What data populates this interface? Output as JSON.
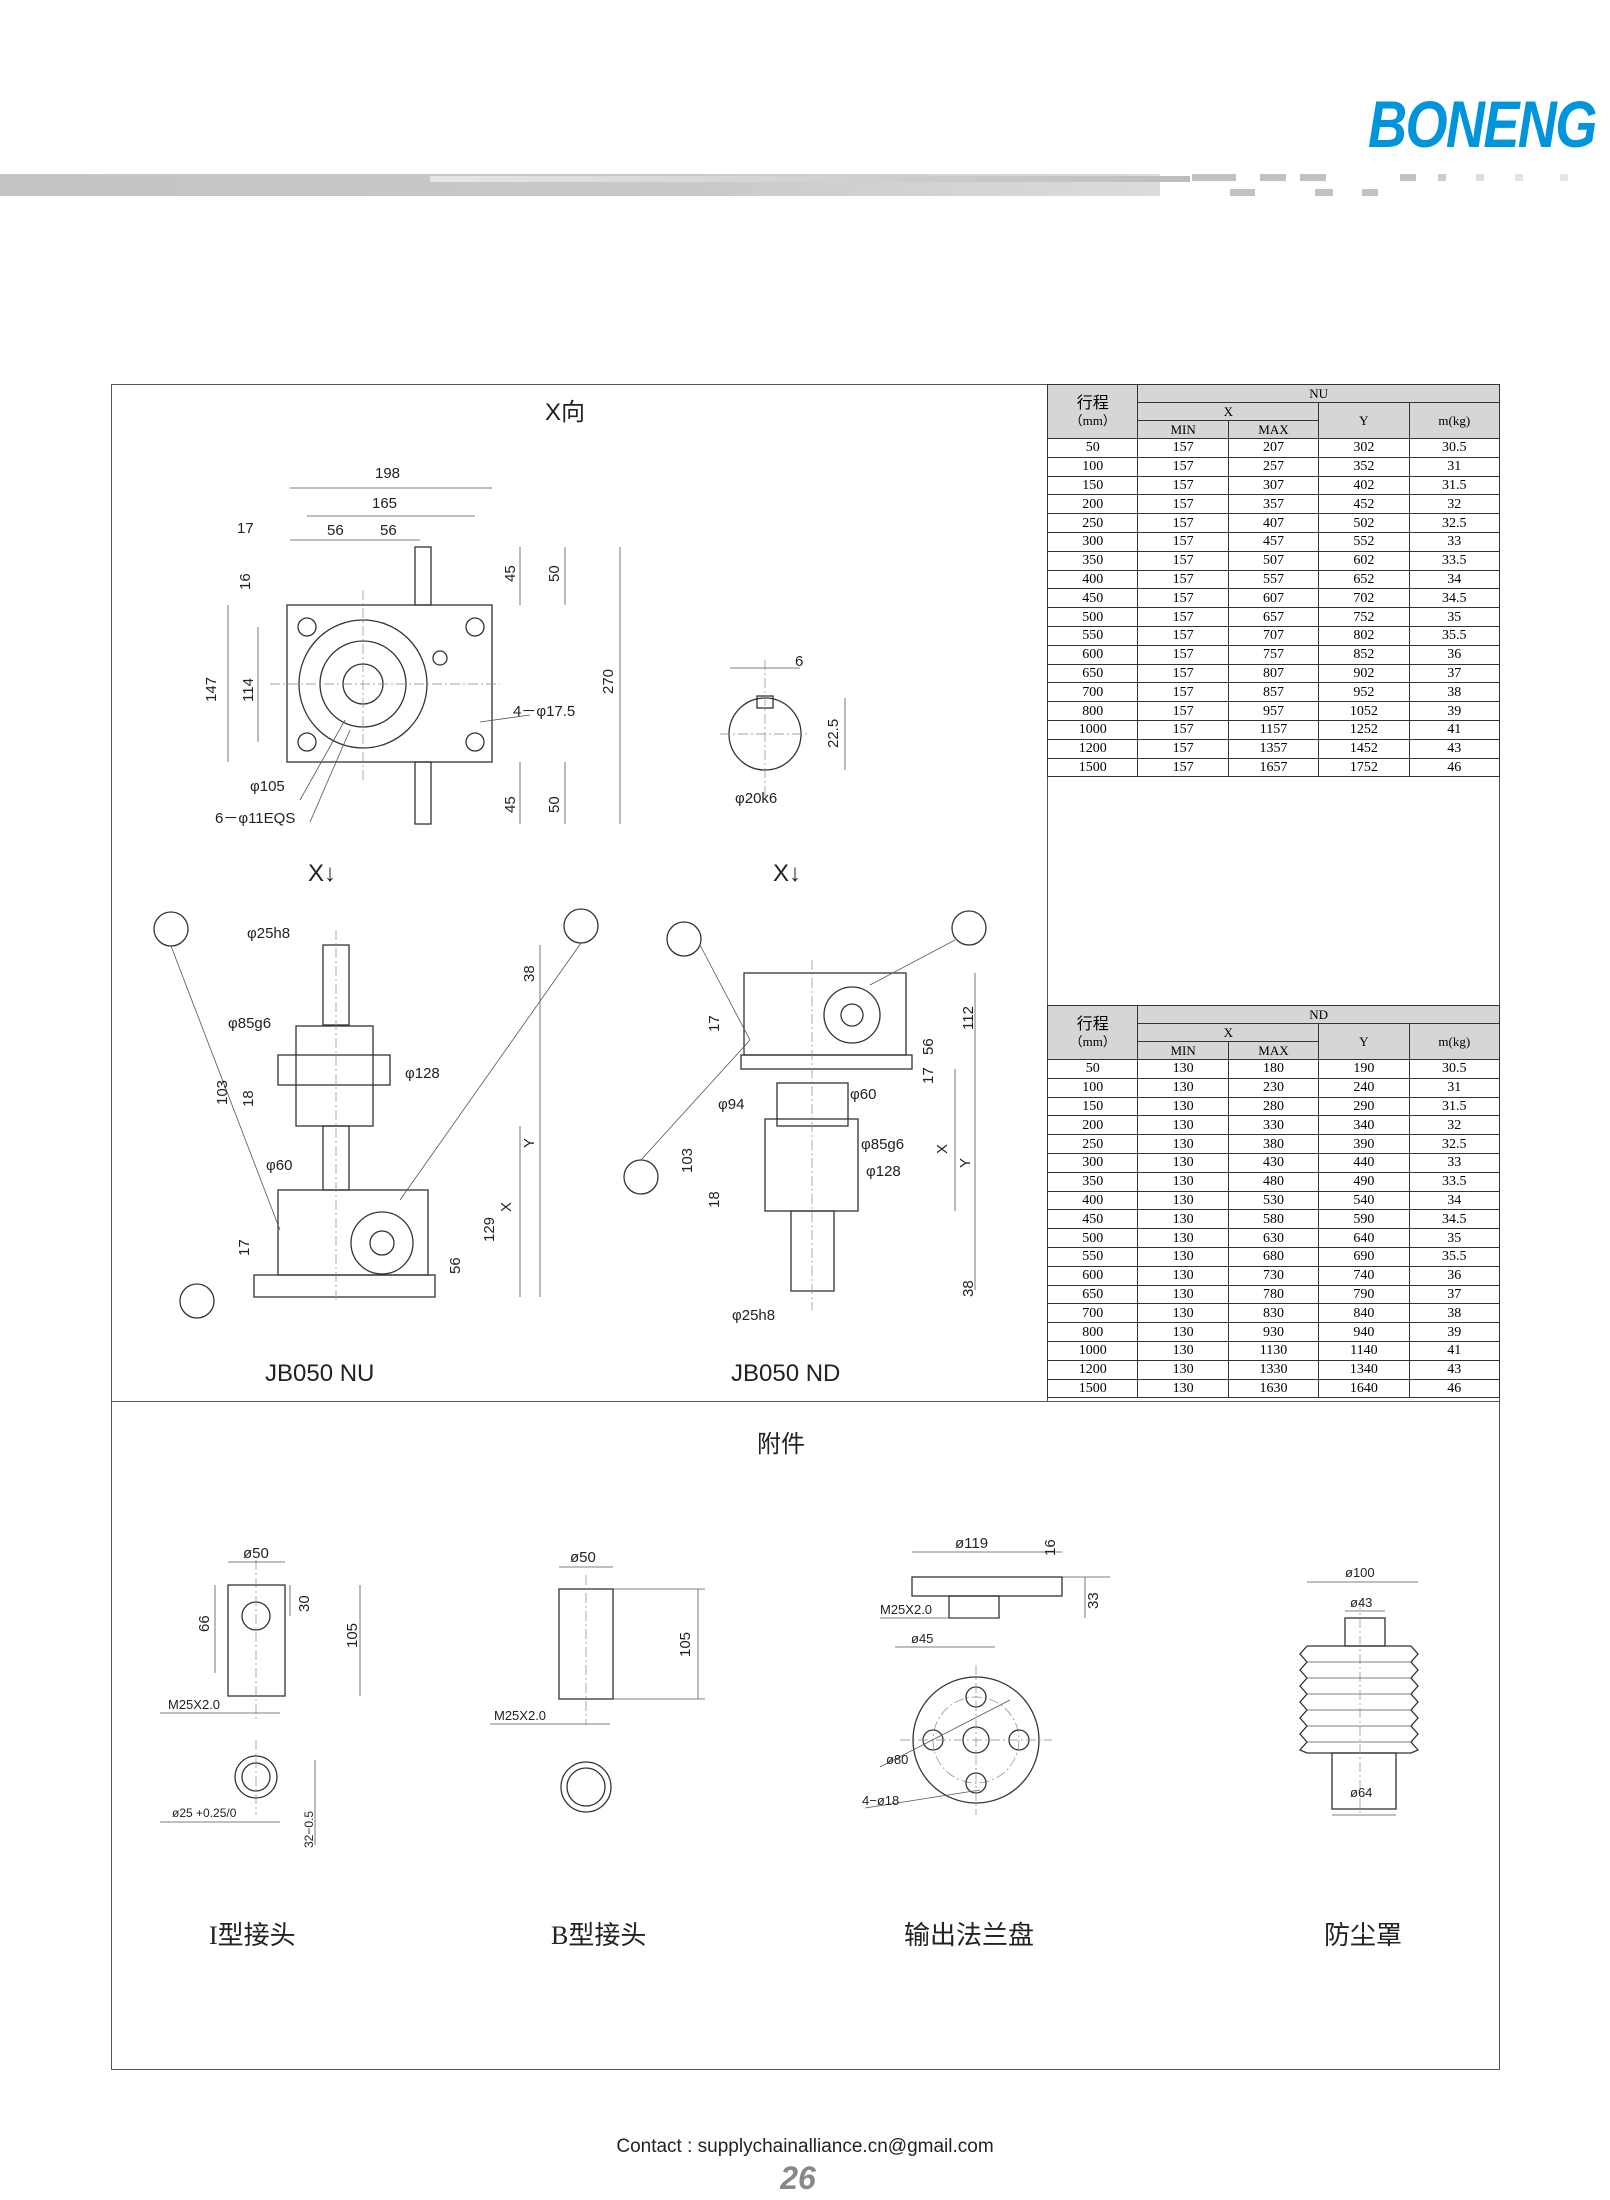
{
  "header": {
    "brand": "BONENG",
    "brand_color": "#0095DA"
  },
  "top_view": {
    "title": "X向",
    "dims": {
      "d198": "198",
      "d165": "165",
      "d17": "17",
      "d56a": "56",
      "d56b": "56",
      "d16": "16",
      "d147": "147",
      "d114": "114",
      "d45a": "45",
      "d50a": "50",
      "d270": "270",
      "holes": "4－φ17.5",
      "d105": "φ105",
      "eqs": "6－φ11EQS",
      "d45b": "45",
      "d50b": "50"
    },
    "shaft": {
      "key": "6",
      "h": "22.5",
      "dia": "φ20k6"
    }
  },
  "view_labels": {
    "nu": "X↓",
    "nd": "X↓"
  },
  "nu_drawing": {
    "title": "JB050  NU",
    "dims": {
      "rod": "φ25h8",
      "d38": "38",
      "d85": "φ85g6",
      "d128": "φ128",
      "d103": "103",
      "d18": "18",
      "y": "Y",
      "d60": "φ60",
      "x": "X",
      "d129": "129",
      "d17": "17",
      "d56": "56"
    }
  },
  "nd_drawing": {
    "title": "JB050  ND",
    "dims": {
      "d17": "17",
      "d112": "112",
      "d56": "56",
      "d17b": "17",
      "d94": "φ94",
      "d60": "φ60",
      "d85": "φ85g6",
      "d103": "103",
      "x": "X",
      "y": "Y",
      "d128": "φ128",
      "d18": "18",
      "d38": "38",
      "rod": "φ25h8"
    }
  },
  "tables": [
    {
      "group": "NU",
      "stroke_label": "行程",
      "unit": "（mm）",
      "x_label": "X",
      "min": "MIN",
      "max": "MAX",
      "y": "Y",
      "mass": "m(kg)",
      "rows": [
        [
          "50",
          "157",
          "207",
          "302",
          "30.5"
        ],
        [
          "100",
          "157",
          "257",
          "352",
          "31"
        ],
        [
          "150",
          "157",
          "307",
          "402",
          "31.5"
        ],
        [
          "200",
          "157",
          "357",
          "452",
          "32"
        ],
        [
          "250",
          "157",
          "407",
          "502",
          "32.5"
        ],
        [
          "300",
          "157",
          "457",
          "552",
          "33"
        ],
        [
          "350",
          "157",
          "507",
          "602",
          "33.5"
        ],
        [
          "400",
          "157",
          "557",
          "652",
          "34"
        ],
        [
          "450",
          "157",
          "607",
          "702",
          "34.5"
        ],
        [
          "500",
          "157",
          "657",
          "752",
          "35"
        ],
        [
          "550",
          "157",
          "707",
          "802",
          "35.5"
        ],
        [
          "600",
          "157",
          "757",
          "852",
          "36"
        ],
        [
          "650",
          "157",
          "807",
          "902",
          "37"
        ],
        [
          "700",
          "157",
          "857",
          "952",
          "38"
        ],
        [
          "800",
          "157",
          "957",
          "1052",
          "39"
        ],
        [
          "1000",
          "157",
          "1157",
          "1252",
          "41"
        ],
        [
          "1200",
          "157",
          "1357",
          "1452",
          "43"
        ],
        [
          "1500",
          "157",
          "1657",
          "1752",
          "46"
        ]
      ]
    },
    {
      "group": "ND",
      "stroke_label": "行程",
      "unit": "（mm）",
      "x_label": "X",
      "min": "MIN",
      "max": "MAX",
      "y": "Y",
      "mass": "m(kg)",
      "rows": [
        [
          "50",
          "130",
          "180",
          "190",
          "30.5"
        ],
        [
          "100",
          "130",
          "230",
          "240",
          "31"
        ],
        [
          "150",
          "130",
          "280",
          "290",
          "31.5"
        ],
        [
          "200",
          "130",
          "330",
          "340",
          "32"
        ],
        [
          "250",
          "130",
          "380",
          "390",
          "32.5"
        ],
        [
          "300",
          "130",
          "430",
          "440",
          "33"
        ],
        [
          "350",
          "130",
          "480",
          "490",
          "33.5"
        ],
        [
          "400",
          "130",
          "530",
          "540",
          "34"
        ],
        [
          "450",
          "130",
          "580",
          "590",
          "34.5"
        ],
        [
          "500",
          "130",
          "630",
          "640",
          "35"
        ],
        [
          "550",
          "130",
          "680",
          "690",
          "35.5"
        ],
        [
          "600",
          "130",
          "730",
          "740",
          "36"
        ],
        [
          "650",
          "130",
          "780",
          "790",
          "37"
        ],
        [
          "700",
          "130",
          "830",
          "840",
          "38"
        ],
        [
          "800",
          "130",
          "930",
          "940",
          "39"
        ],
        [
          "1000",
          "130",
          "1130",
          "1140",
          "41"
        ],
        [
          "1200",
          "130",
          "1330",
          "1340",
          "43"
        ],
        [
          "1500",
          "130",
          "1630",
          "1640",
          "46"
        ]
      ]
    }
  ],
  "accessories": {
    "title": "附件",
    "i_joint": {
      "caption": "I型接头",
      "d50": "ø50",
      "d30": "30",
      "d66": "66",
      "d105": "105",
      "thread": "M25X2.0",
      "bore": "ø25 +0.25/0",
      "d32": "32−0.5"
    },
    "b_joint": {
      "caption": "B型接头",
      "d50": "ø50",
      "d105": "105",
      "thread": "M25X2.0"
    },
    "flange": {
      "caption": "输出法兰盘",
      "d119": "ø119",
      "d16": "16",
      "d33": "33",
      "thread": "M25X2.0",
      "d45": "ø45",
      "d80": "ø80",
      "holes": "4−ø18"
    },
    "dust_cover": {
      "caption": "防尘罩",
      "d100": "ø100",
      "d43": "ø43",
      "d64": "ø64"
    }
  },
  "footer": {
    "contact": "Contact : supplychainalliance.cn@gmail.com",
    "page": "26"
  }
}
